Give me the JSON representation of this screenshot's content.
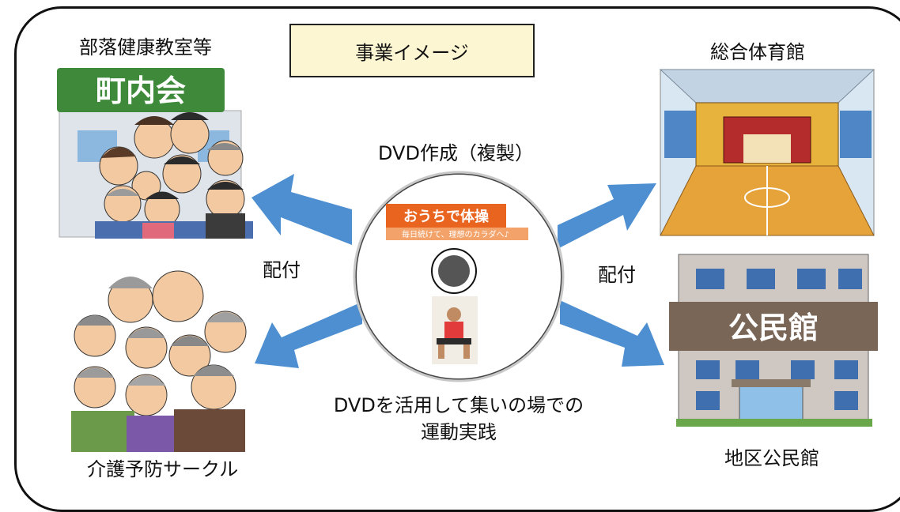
{
  "title": "事業イメージ",
  "labels": {
    "top_left": "部落健康教室等",
    "top_right": "総合体育館",
    "bottom_left": "介護予防サークル",
    "bottom_right": "地区公民館",
    "distribute_left": "配付",
    "distribute_right": "配付"
  },
  "dvd": {
    "heading": "DVD作成（複製）",
    "disc_title": "おうちで体操",
    "disc_subtitle": "毎日続けて、理想のカラダへ♪"
  },
  "signs": {
    "community_sign": "町内会",
    "hall_sign": "公民館"
  },
  "caption": {
    "line1": "DVDを活用して集いの場での",
    "line2": "運動実践"
  },
  "colors": {
    "arrow": "#4d8fd1",
    "title_bg": "#fdf6d2",
    "sign_green": "#3e8a3a",
    "sign_brown": "#7a6657",
    "gym_floor": "#e6a33a",
    "disc_banner": "#e8641f"
  }
}
